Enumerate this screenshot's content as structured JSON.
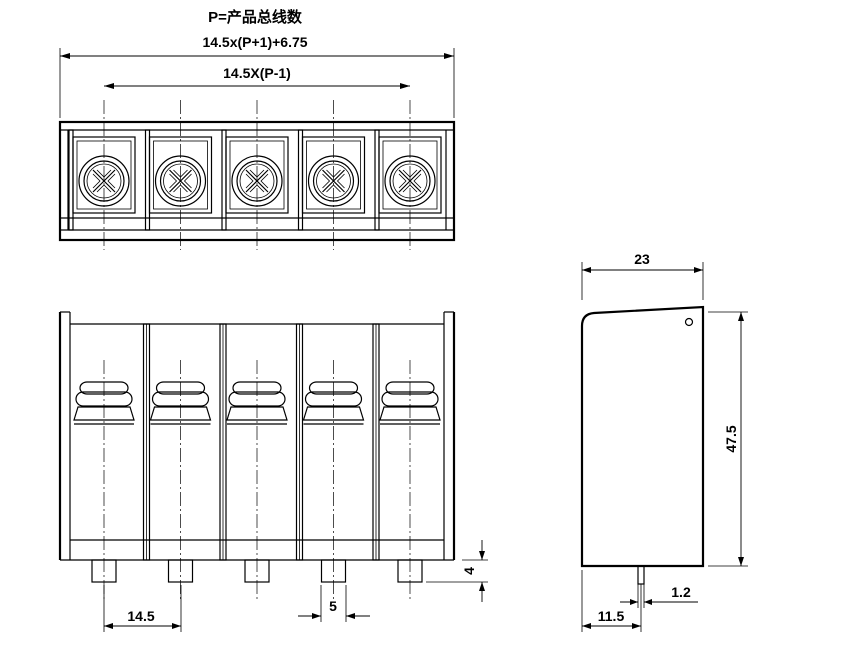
{
  "header": {
    "line1": "P=产品总线数",
    "line2": "14.5x(P+1)+6.75"
  },
  "dimensions": {
    "pitch_formula": "14.5X(P-1)",
    "pitch": "14.5",
    "pin_width": "5",
    "pin_length": "4",
    "side_width": "23",
    "side_height": "47.5",
    "pin_offset": "11.5",
    "pin_thickness": "1.2"
  },
  "positions": {
    "count": 5
  }
}
